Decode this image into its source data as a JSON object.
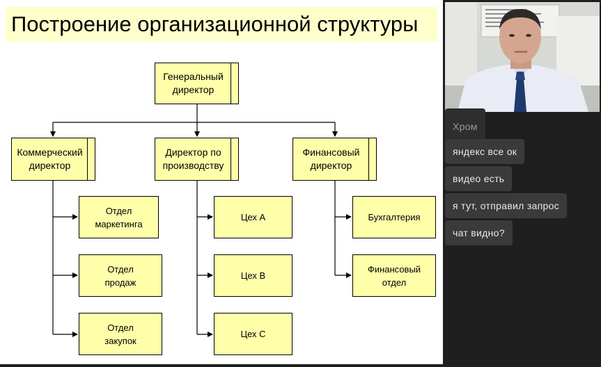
{
  "slide": {
    "title": "Построение организационной структуры",
    "nodes": {
      "ceo": [
        "Генеральный",
        "директор"
      ],
      "commercial": [
        "Коммерческий",
        "директор"
      ],
      "production": [
        "Директор по",
        "производству"
      ],
      "financial": [
        "Финансовый",
        "директор"
      ],
      "marketing": [
        "Отдел",
        "маркетинга"
      ],
      "sales": [
        "Отдел",
        "продаж"
      ],
      "purchasing": [
        "Отдел",
        "закупок"
      ],
      "shop_a": "Цех А",
      "shop_b": "Цех В",
      "shop_c": "Цех С",
      "accounting": "Бухгалтерия",
      "finance_dept": [
        "Финансовый",
        "отдел"
      ]
    }
  },
  "chat": {
    "messages": [
      "Хром",
      "яндекс все ок",
      "видео есть",
      "я тут, отправил запрос",
      "чат видно?"
    ]
  },
  "colors": {
    "node_fill": "#ffffaa",
    "title_fill": "#ffffcc",
    "chat_bubble": "#3a3a3a"
  }
}
